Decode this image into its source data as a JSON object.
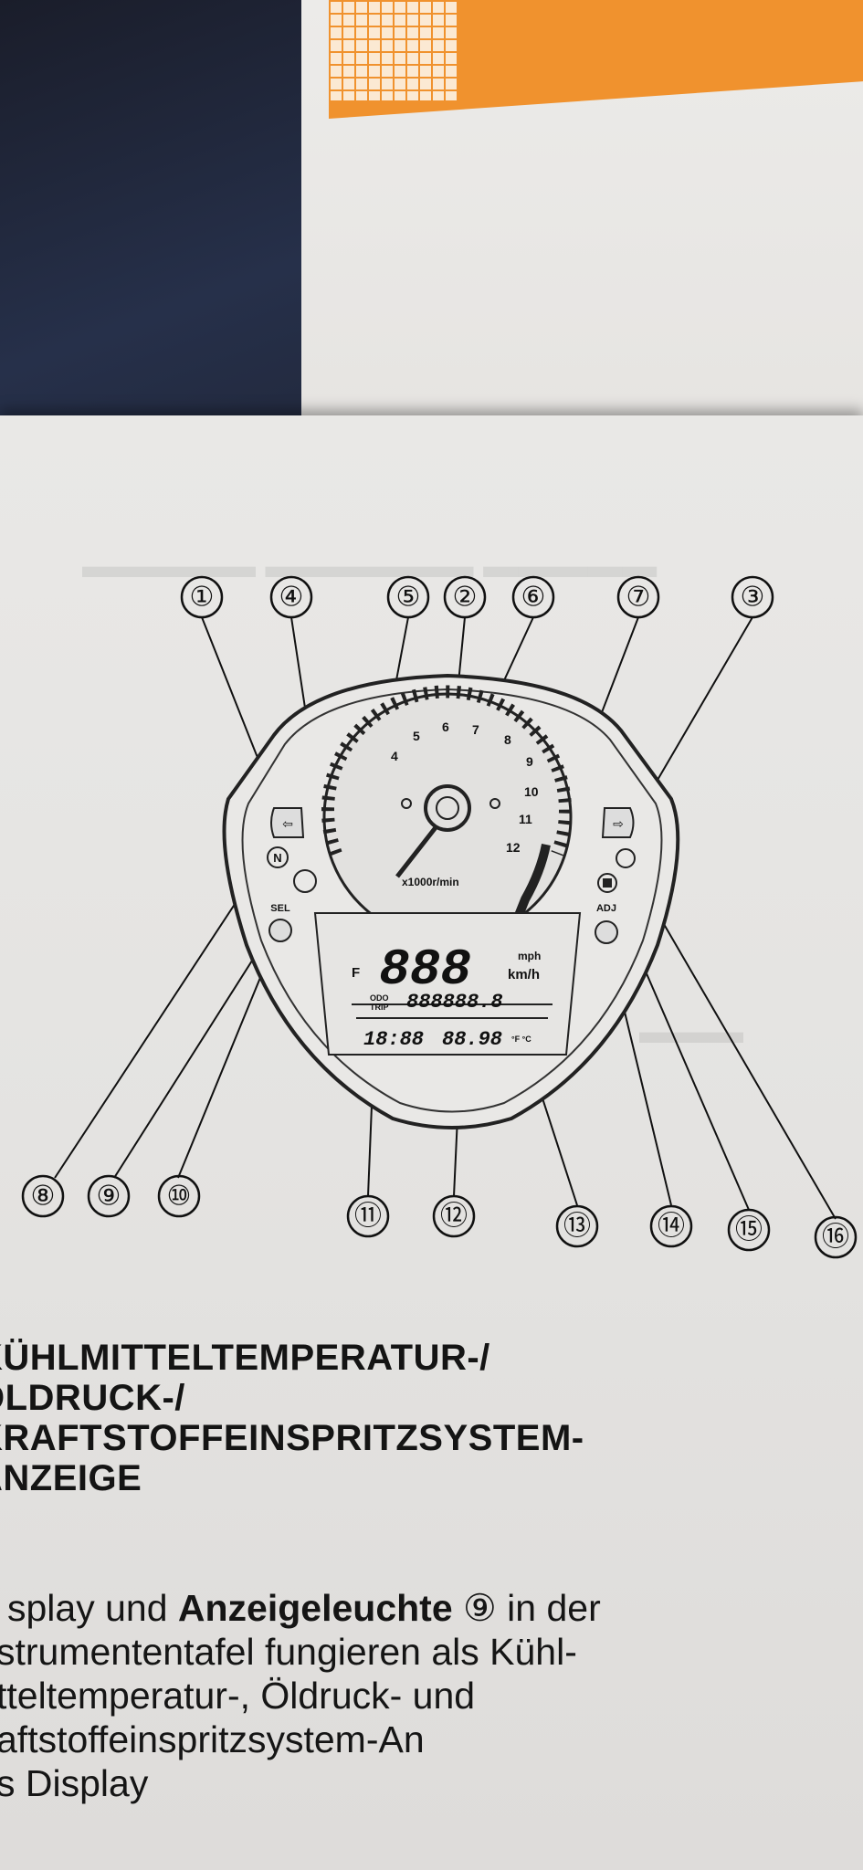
{
  "diagram": {
    "callouts_top": [
      "①",
      "④",
      "⑤",
      "②",
      "⑥",
      "⑦",
      "③"
    ],
    "callouts_bottom": [
      "⑧",
      "⑨",
      "⑩",
      "⑪",
      "⑫",
      "⑬",
      "⑭",
      "⑮",
      "⑯"
    ],
    "tach_unit": "x1000r/min",
    "tach_numbers": [
      "4",
      "5",
      "6",
      "7",
      "8",
      "9",
      "10",
      "11",
      "12"
    ],
    "button_sel": "SEL",
    "button_adj": "ADJ",
    "neutral_label": "N",
    "speed_digits": "888",
    "speed_unit_mph": "mph",
    "speed_unit_kmh": "km/h",
    "odo_label": "ODO",
    "trip_label": "TRIP",
    "odo_digits": "888888.8",
    "clock_digits": "18:88",
    "temp_digits": "88.98",
    "temp_units": "°F °C",
    "fuel_mark": "F"
  },
  "heading": {
    "line1": "KÜHLMITTELTEMPERATUR-/",
    "line2": "ÖLDRUCK-/",
    "line3": "KRAFTSTOFFEINSPRITZSYSTEM-",
    "line4": "ANZEIGE"
  },
  "body": {
    "line1_a": "splay und ",
    "line1_b": "Anzeigeleuchte",
    "line1_c": " ⑨ in der",
    "line2": "strumententafel fungieren als Kühl-",
    "line3": "tteltemperatur-, Öldruck- und",
    "line4": "aftstoffeinspritzsystem-An",
    "line5": "s Display"
  }
}
